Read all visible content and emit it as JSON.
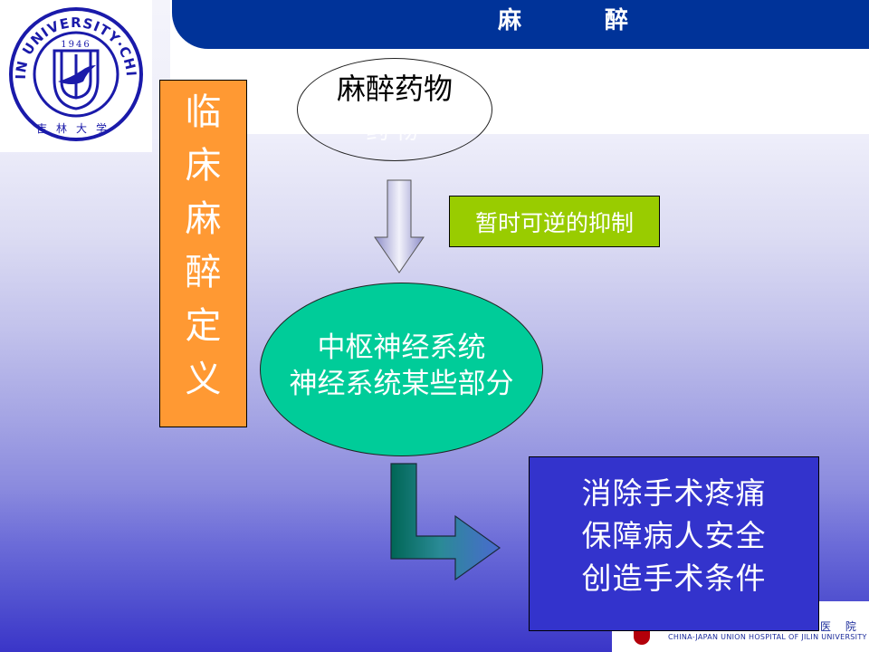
{
  "slide": {
    "title_chars": [
      "麻",
      "醉"
    ],
    "title": "麻 醉",
    "colors": {
      "header_bar": "#003399",
      "orange_box": "#ff9933",
      "green_label": "#99cc00",
      "teal_ellipse": "#00cc99",
      "result_box": "#3333cc",
      "background_top": "#f4f4fb",
      "background_bottom": "#3a35c8"
    }
  },
  "logo": {
    "ring_text": "JILIN UNIVERSITY·CHINA",
    "year": "1946",
    "chinese_name": "吉林大学"
  },
  "side_box": {
    "chars": [
      "临",
      "床",
      "麻",
      "醉",
      "定",
      "义"
    ],
    "text": "临床麻醉定义"
  },
  "diagram": {
    "drug_node": {
      "label": "麻醉药物",
      "ghost_text": "药物"
    },
    "down_arrow": {
      "icon": "down-arrow-icon"
    },
    "effect_label": "暂时可逆的抑制",
    "target_node": {
      "lines": [
        "中枢神经系统",
        "神经系统某些部分"
      ]
    },
    "bent_arrow": {
      "icon": "bent-right-arrow-icon"
    },
    "result_node": {
      "lines": [
        "消除手术疼痛",
        "保障病人安全",
        "创造手术条件"
      ]
    }
  },
  "footer_logo": {
    "chinese": "医 院",
    "english": "CHINA-JAPAN UNION HOSPITAL OF JILIN UNIVERSITY"
  }
}
